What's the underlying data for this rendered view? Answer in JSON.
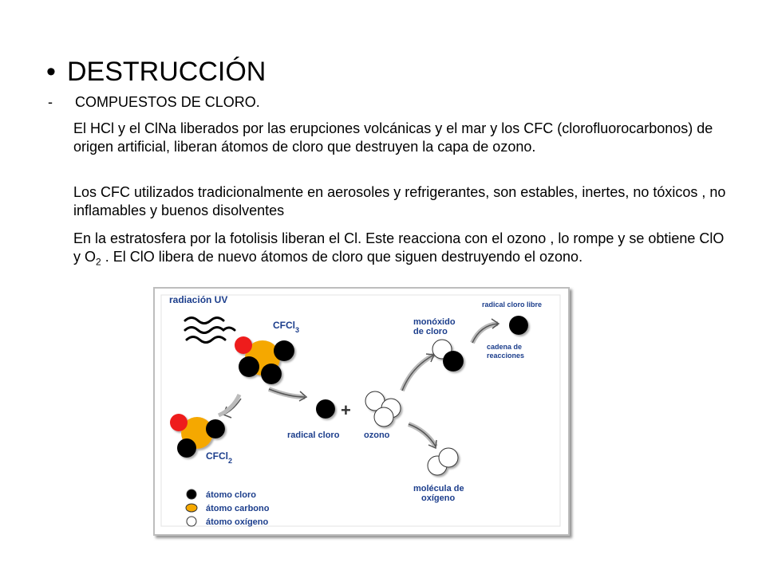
{
  "slide": {
    "title": "DESTRUCCIÓN",
    "bullet": "•",
    "dash": "-",
    "subtitle": "COMPUESTOS DE CLORO.",
    "paragraph1": "El HCl y el ClNa liberados por las erupciones volcánicas y el mar y los CFC (clorofluorocarbonos) de origen artificial, liberan átomos de cloro que destruyen la capa de ozono.",
    "paragraph2": "Los CFC utilizados tradicionalmente en aerosoles y refrigerantes, son estables, inertes, no tóxicos , no inflamables y buenos disolventes",
    "paragraph3_part1": "En la estratosfera por la fotolisis liberan el Cl. Este reacciona con el ozono , lo rompe y se obtiene  ClO y  O",
    "paragraph3_sub": "2",
    "paragraph3_part2": " . El ClO libera de nuevo átomos de cloro que siguen destruyendo el ozono."
  },
  "diagram": {
    "labels": {
      "uv": "radiación UV",
      "cfcl3_main": "CFCl",
      "cfcl3_sub": "3",
      "cfcl2_main": "CFCl",
      "cfcl2_sub": "2",
      "monoxido_1": "monóxido",
      "monoxido_2": "de cloro",
      "radical_libre": "radical cloro libre",
      "cadena_1": "cadena de",
      "cadena_2": "reacciones",
      "radical_cloro": "radical cloro",
      "plus": "+",
      "ozono": "ozono",
      "molecula_1": "molécula de",
      "molecula_2": "oxígeno"
    },
    "legend": [
      {
        "label": "átomo cloro",
        "color": "#000000"
      },
      {
        "label": "átomo carbono",
        "color": "#f5a800"
      },
      {
        "label": "átomo oxígeno",
        "color": "#ffffff"
      }
    ],
    "colors": {
      "chlorine": "#000000",
      "carbon": "#f5a800",
      "fluorine": "#ee1c1c",
      "oxygen": "#ffffff",
      "label": "#1c3e8c"
    }
  }
}
